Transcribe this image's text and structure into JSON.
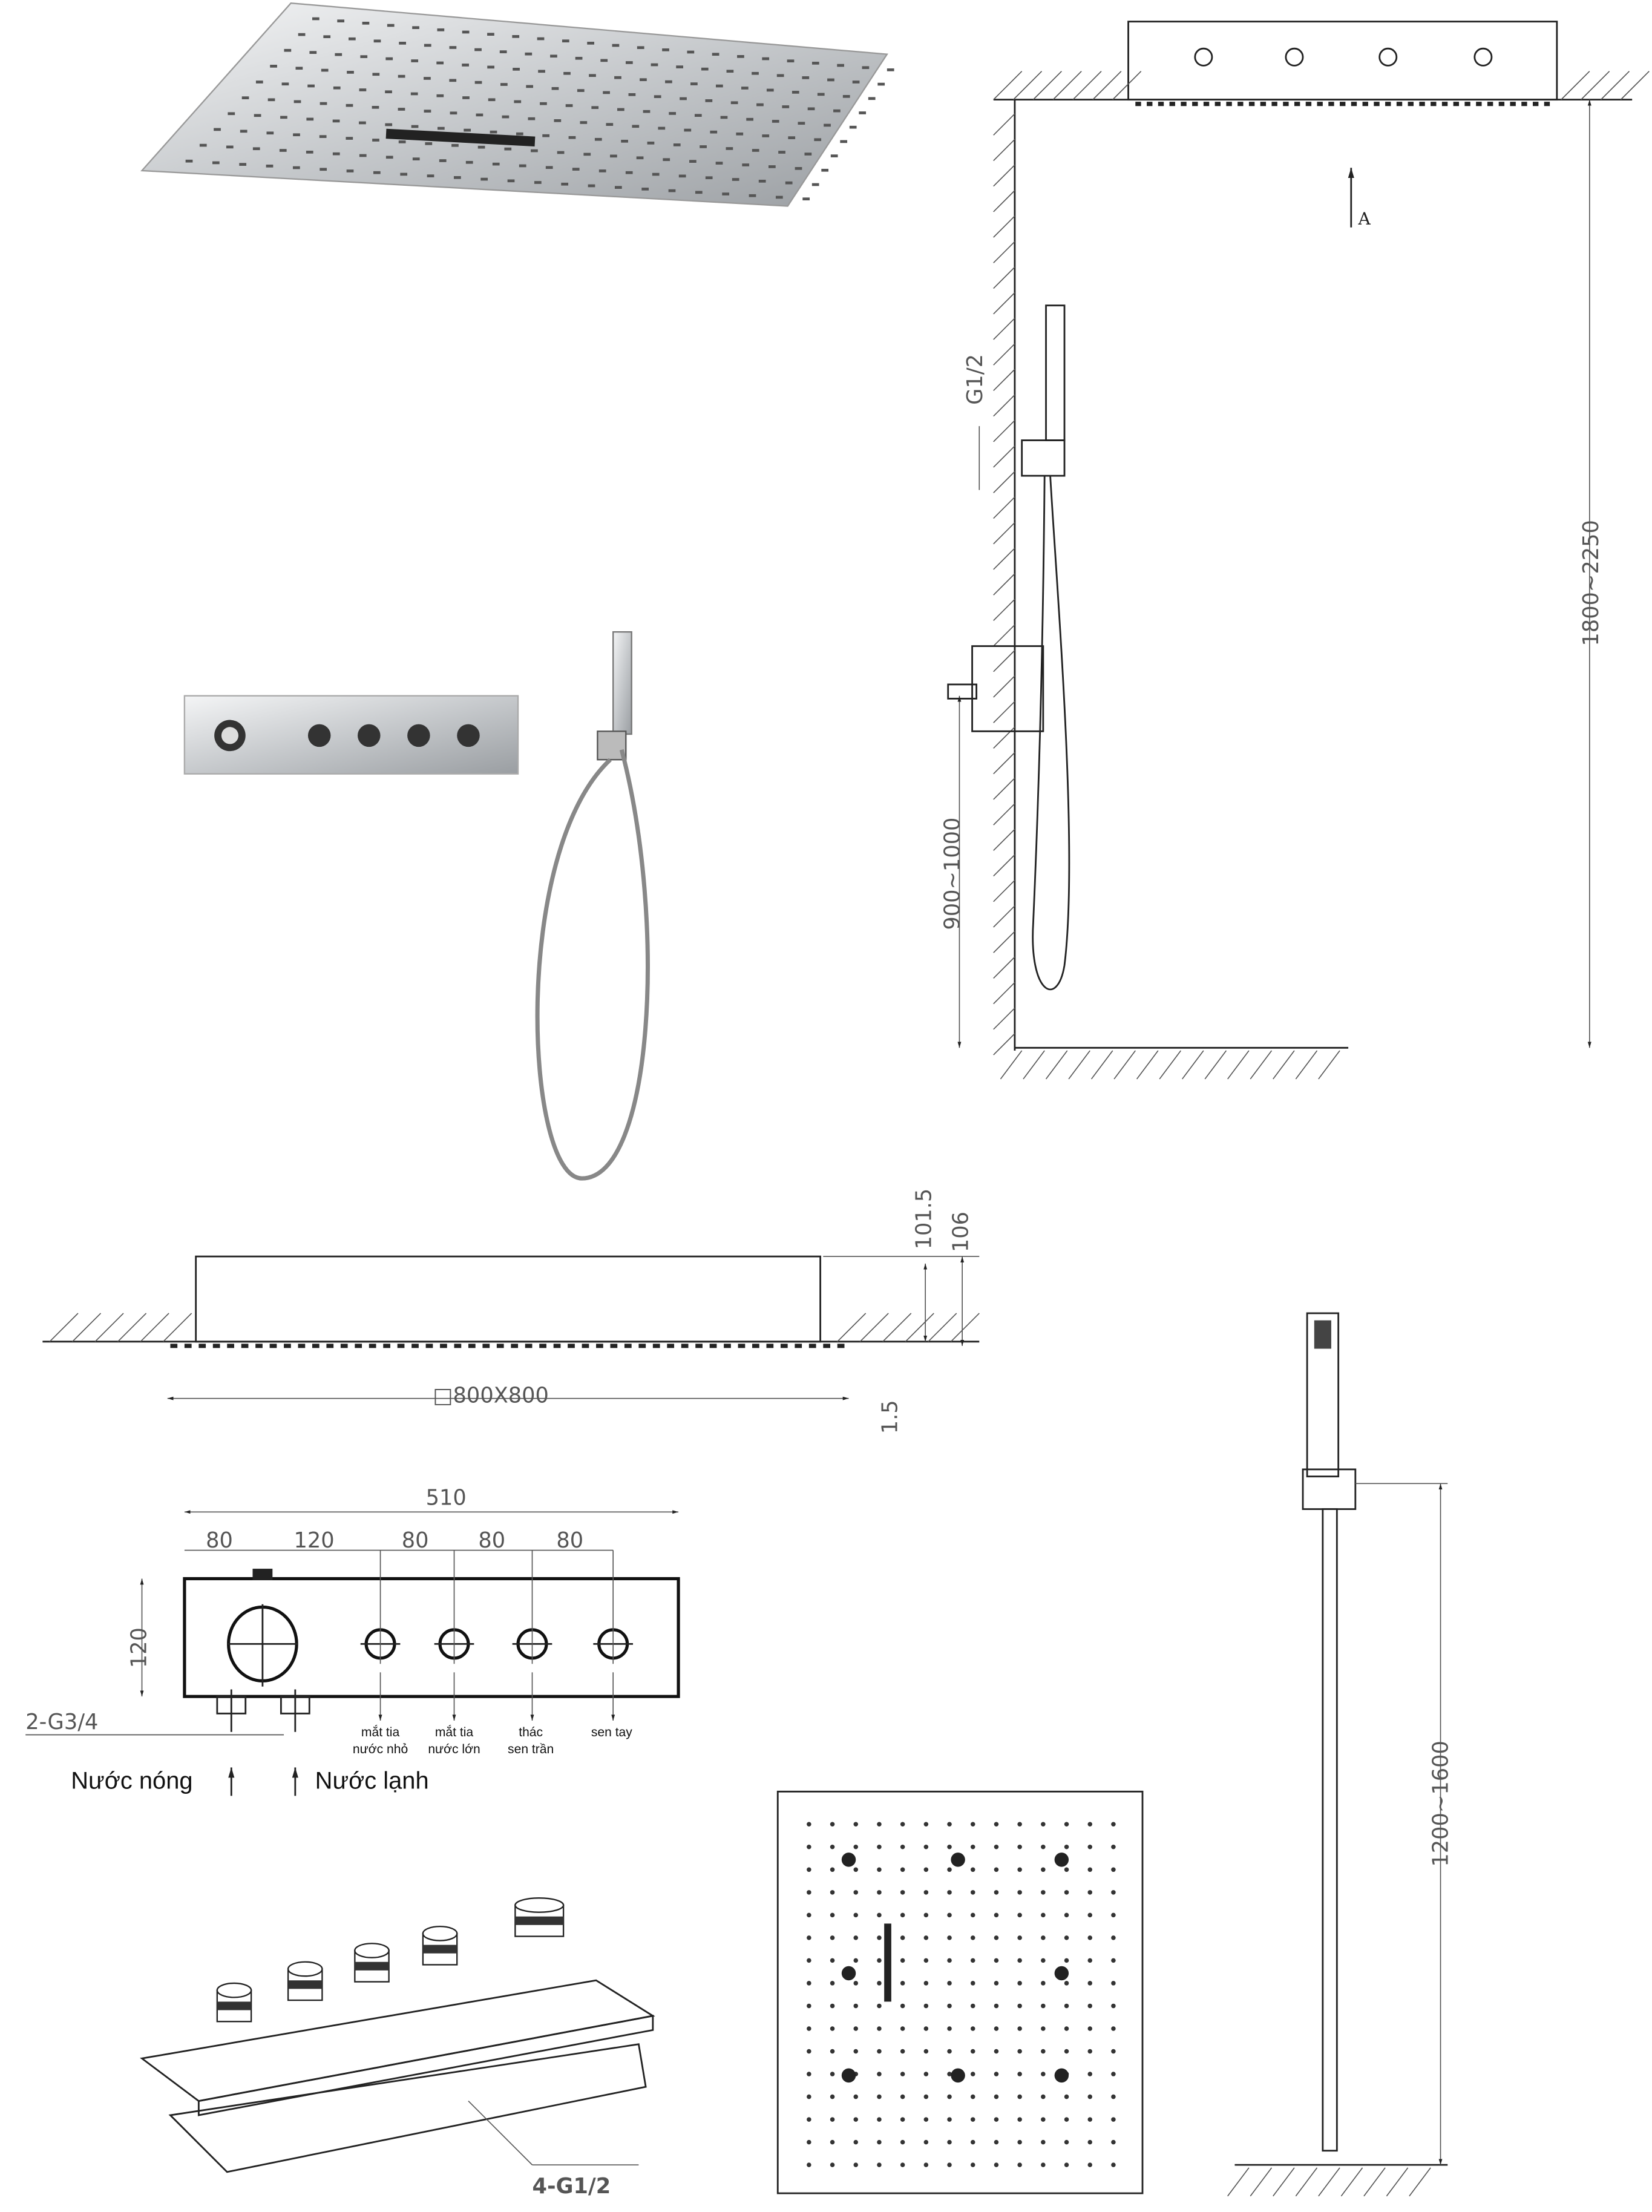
{
  "side_elevation": {
    "view_marker": "A",
    "inlet_label": "G1/2",
    "height_ceiling": "1800~2250",
    "height_valve": "900~1000"
  },
  "ceiling_section": {
    "size_label": "□800X800",
    "depth_total": "106",
    "depth_body": "101.5",
    "flange": "1.5"
  },
  "mixer_drawing": {
    "overall_width": "510",
    "spacings": [
      "80",
      "120",
      "80",
      "80",
      "80"
    ],
    "height": "120",
    "inlet_spec": "2-G3/4",
    "outlets": [
      {
        "line1": "mắt tia",
        "line2": "nước nhỏ"
      },
      {
        "line1": "mắt tia",
        "line2": "nước lớn"
      },
      {
        "line1": "thác",
        "line2": "sen trần"
      },
      {
        "line1": "sen tay",
        "line2": ""
      }
    ],
    "hot_water": "Nước nóng",
    "cold_water": "Nước lạnh"
  },
  "mixer_iso": {
    "outlet_spec": "4-G1/2"
  },
  "hand_shower": {
    "height_range": "1200~1600"
  },
  "colors": {
    "line": "#222222",
    "chrome": "#c9ccd0",
    "background": "#ffffff"
  }
}
